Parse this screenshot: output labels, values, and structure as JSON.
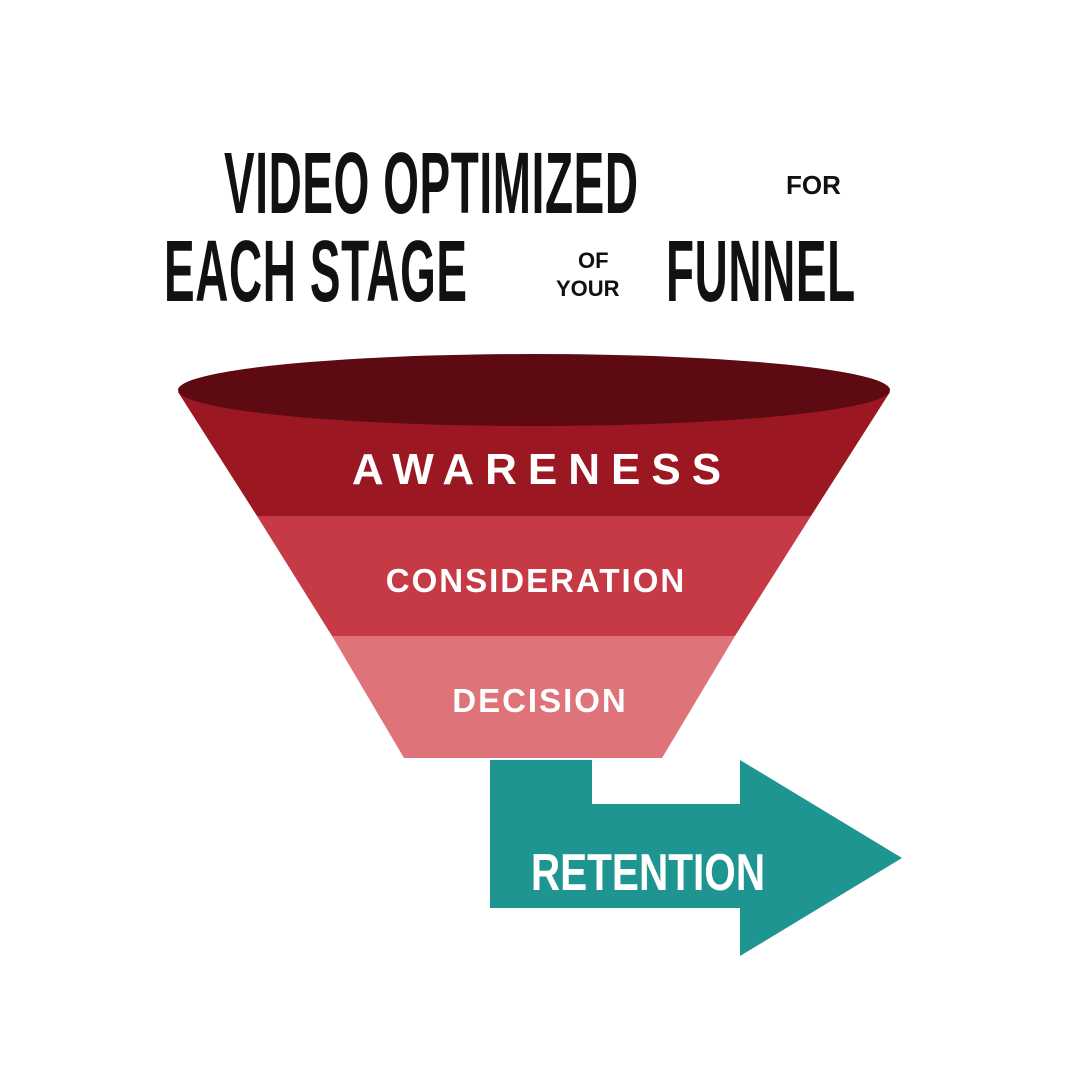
{
  "headline": {
    "line1_main": "VIDEO OPTIMIZED",
    "line1_small": "FOR",
    "line2_main": "EACH STAGE",
    "line2_small_top": "OF",
    "line2_small_bottom": "YOUR",
    "line2_end": "FUNNEL"
  },
  "funnel": {
    "stages": [
      {
        "label": "AWARENESS",
        "color": "#9b1722"
      },
      {
        "label": "CONSIDERATION",
        "color": "#c63a46"
      },
      {
        "label": "DECISION",
        "color": "#de737a"
      }
    ],
    "rim_color": "#5e0a12"
  },
  "retention": {
    "label": "RETENTION",
    "color": "#1f9591"
  }
}
